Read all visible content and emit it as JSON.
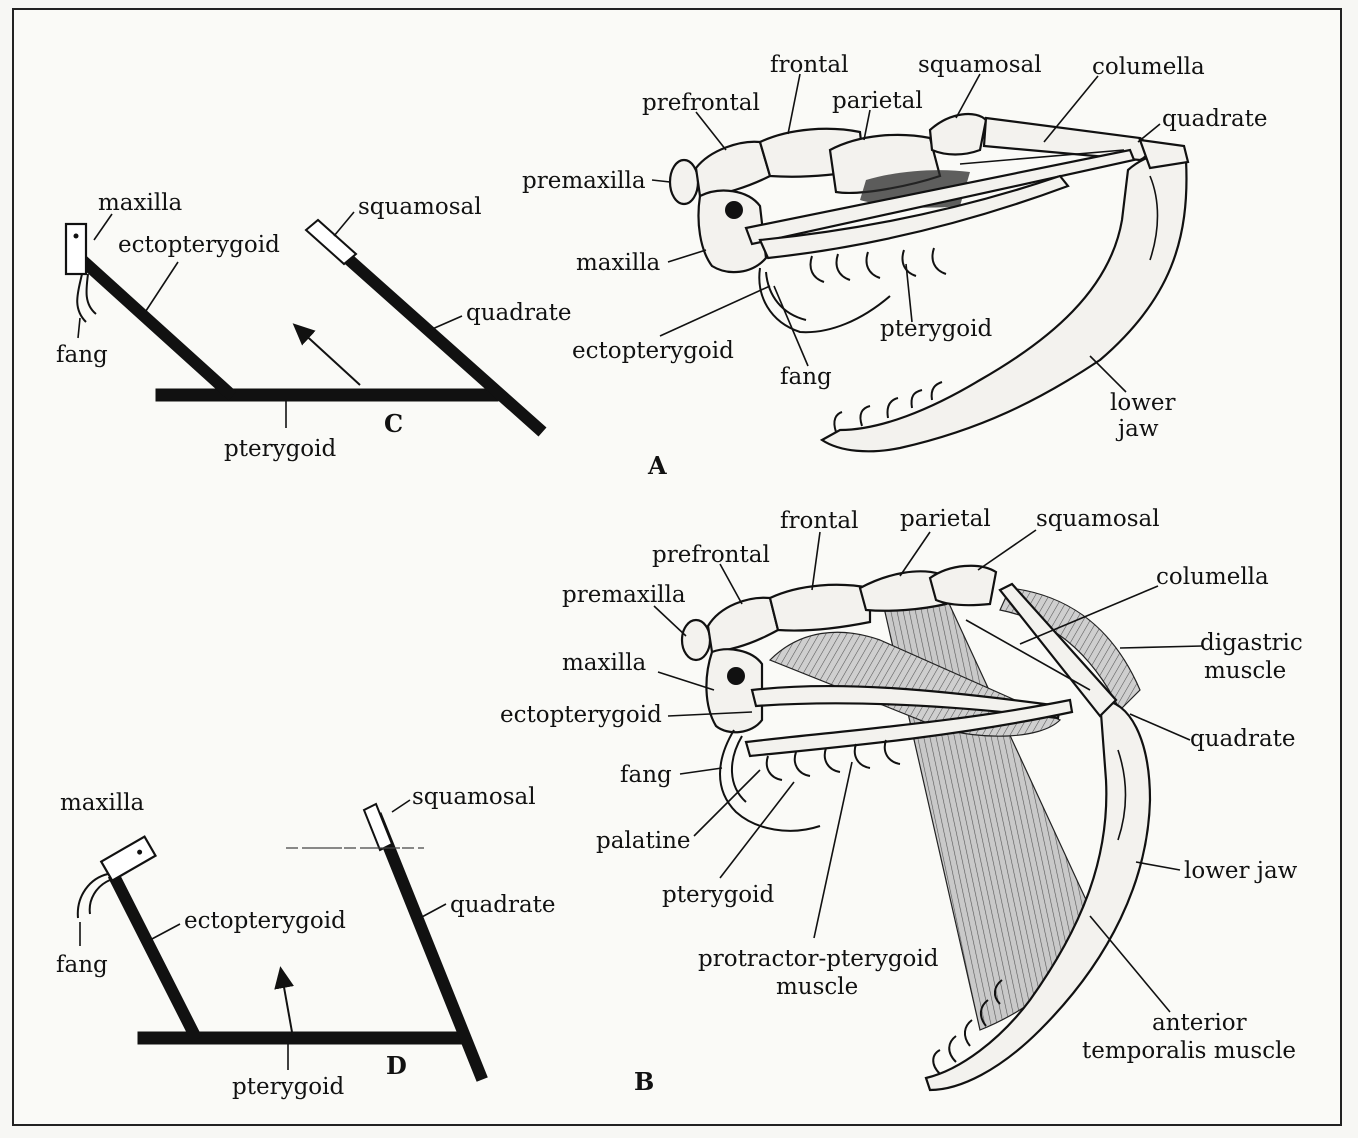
{
  "panels": {
    "A": "A",
    "B": "B",
    "C": "C",
    "D": "D"
  },
  "panel_A": {
    "frontal": "frontal",
    "squamosal": "squamosal",
    "columella": "columella",
    "prefrontal": "prefrontal",
    "parietal": "parietal",
    "quadrate": "quadrate",
    "premaxilla": "premaxilla",
    "maxilla": "maxilla",
    "pterygoid": "pterygoid",
    "ectopterygoid": "ectopterygoid",
    "fang": "fang",
    "lower_jaw_1": "lower",
    "lower_jaw_2": "jaw"
  },
  "panel_C": {
    "maxilla": "maxilla",
    "ectopterygoid": "ectopterygoid",
    "squamosal": "squamosal",
    "quadrate": "quadrate",
    "fang": "fang",
    "pterygoid": "pterygoid"
  },
  "panel_B": {
    "frontal": "frontal",
    "parietal": "parietal",
    "squamosal": "squamosal",
    "prefrontal": "prefrontal",
    "columella": "columella",
    "premaxilla": "premaxilla",
    "digastric_1": "digastric",
    "digastric_2": "muscle",
    "maxilla": "maxilla",
    "ectopterygoid": "ectopterygoid",
    "quadrate": "quadrate",
    "fang": "fang",
    "palatine": "palatine",
    "lower_jaw": "lower jaw",
    "pterygoid": "pterygoid",
    "protractor_1": "protractor-pterygoid",
    "protractor_2": "muscle",
    "anterior_1": "anterior",
    "anterior_2": "temporalis muscle"
  },
  "panel_D": {
    "maxilla": "maxilla",
    "squamosal": "squamosal",
    "ectopterygoid": "ectopterygoid",
    "quadrate": "quadrate",
    "fang": "fang",
    "pterygoid": "pterygoid"
  }
}
